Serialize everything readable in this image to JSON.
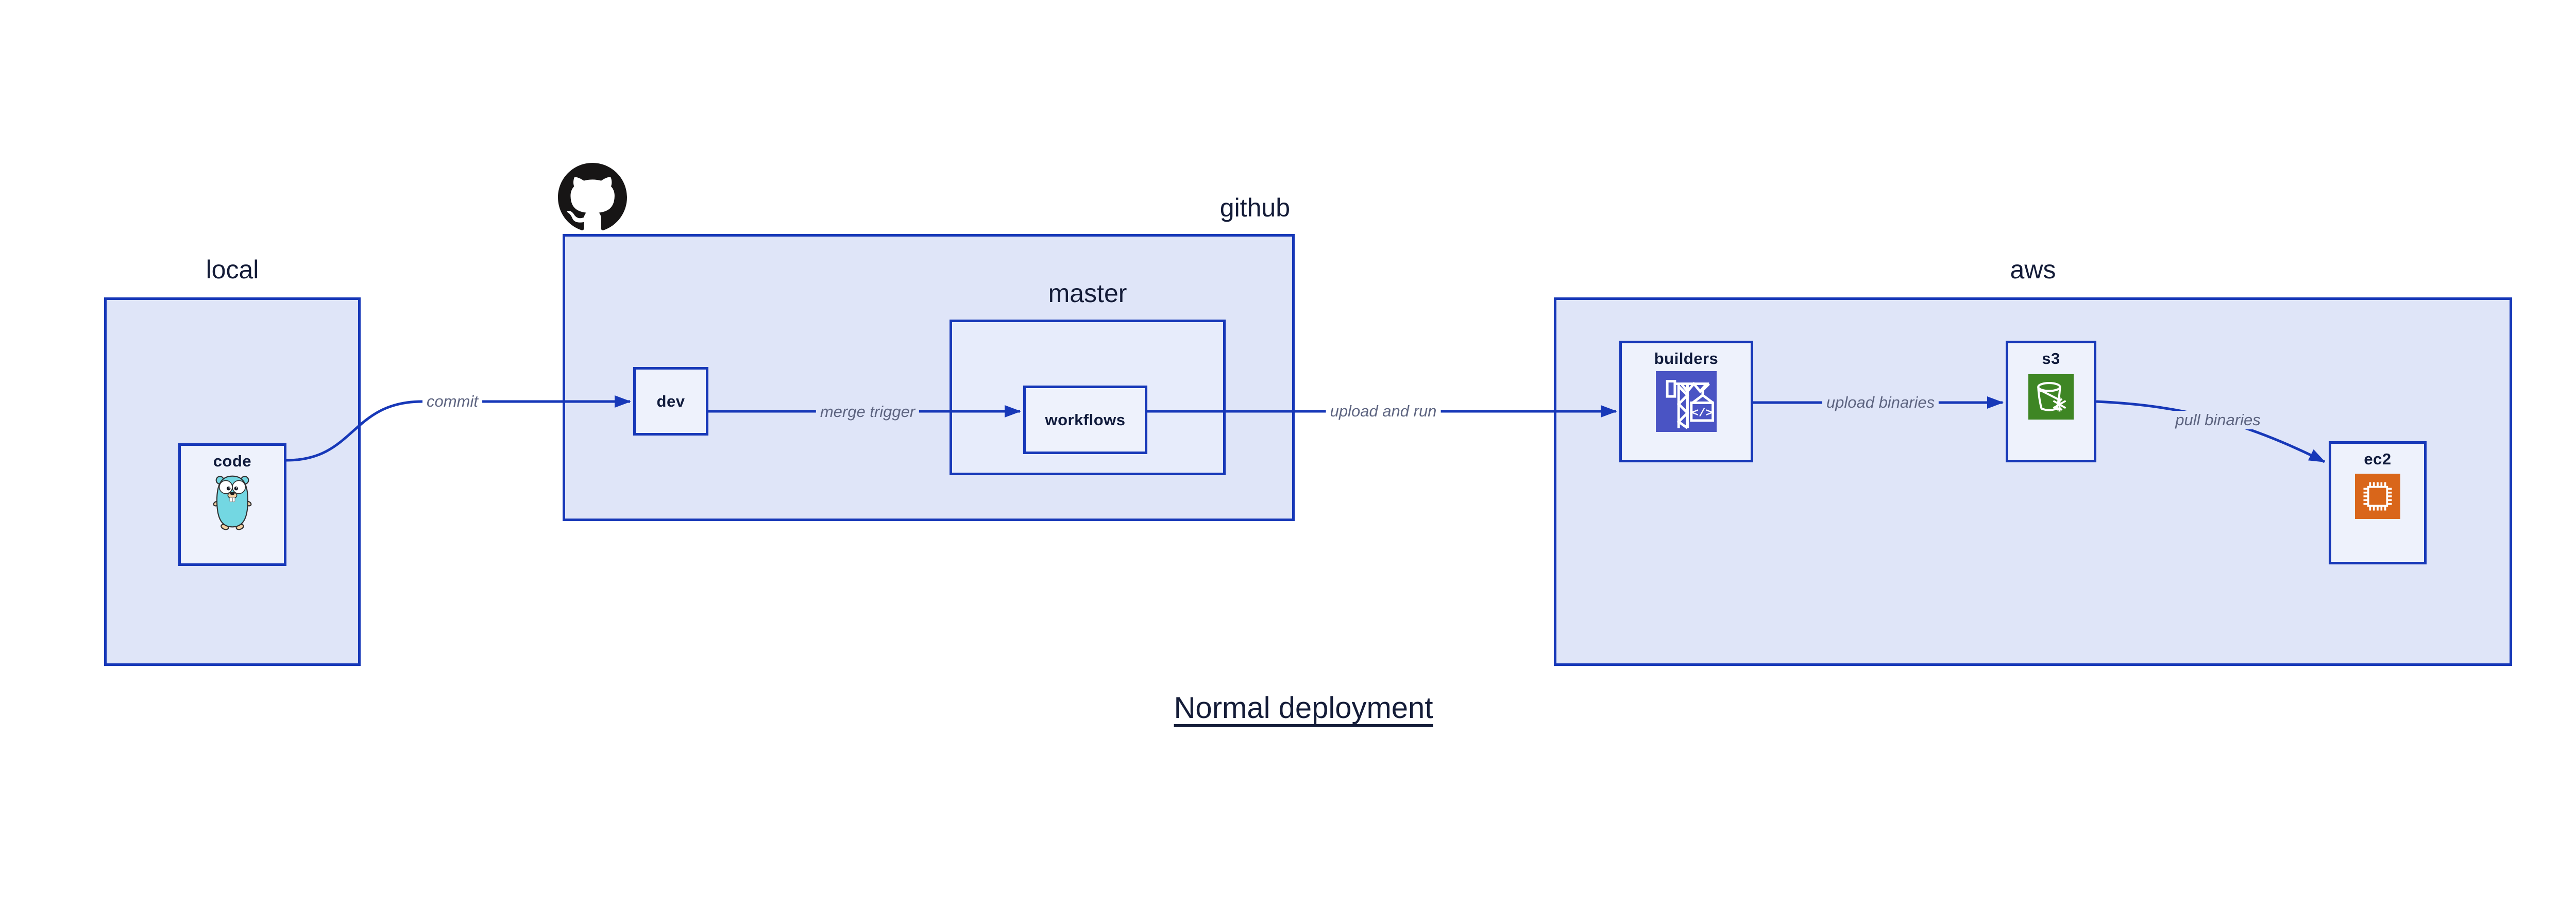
{
  "title": "Normal deployment",
  "containers": {
    "local": {
      "label": "local"
    },
    "github": {
      "label": "github"
    },
    "master": {
      "label": "master"
    },
    "aws": {
      "label": "aws"
    }
  },
  "nodes": {
    "code": {
      "label": "code",
      "icon": "go-gopher-icon"
    },
    "dev": {
      "label": "dev"
    },
    "workflows": {
      "label": "workflows"
    },
    "builders": {
      "label": "builders",
      "icon": "codebuild-crane-icon"
    },
    "s3": {
      "label": "s3",
      "icon": "s3-bucket-icon"
    },
    "ec2": {
      "label": "ec2",
      "icon": "ec2-chip-icon"
    }
  },
  "edges": [
    {
      "from": "code",
      "to": "dev",
      "label": "commit"
    },
    {
      "from": "dev",
      "to": "workflows",
      "label": "merge trigger"
    },
    {
      "from": "workflows",
      "to": "builders",
      "label": "upload and run"
    },
    {
      "from": "builders",
      "to": "s3",
      "label": "upload binaries"
    },
    {
      "from": "s3",
      "to": "ec2",
      "label": "pull binaries"
    }
  ],
  "colors": {
    "accent_blue": "#1738b8",
    "container_fill": "#dfe5f8",
    "master_fill": "#e7ecfb",
    "node_fill": "#eef2fc",
    "label_navy": "#141c38",
    "edge_label_gray": "#5d6480",
    "codebuild_indigo": "#4a54c4",
    "s3_green": "#3e8624",
    "ec2_orange": "#d9661a",
    "github_black": "#171515",
    "gopher_teal": "#73d7e2"
  }
}
